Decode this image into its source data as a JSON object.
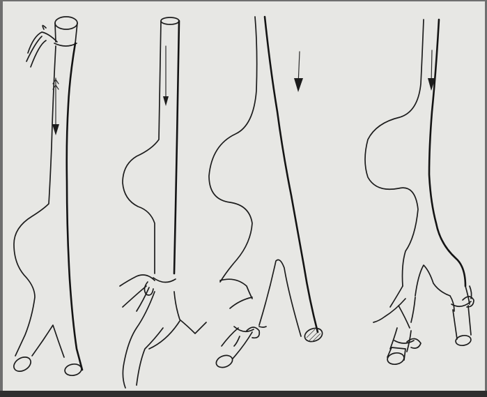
{
  "figure": {
    "panels": [
      {
        "id": "panel-1",
        "ligatures": 1,
        "aneurysm_side": "left"
      },
      {
        "id": "panel-2",
        "ligatures": 1,
        "aneurysm_side": "left"
      },
      {
        "id": "panel-3",
        "ligatures": 1,
        "aneurysm_side": "left"
      },
      {
        "id": "panel-4",
        "ligatures": 2,
        "aneurysm_side": "left"
      }
    ],
    "flow_arrow_icon": "arrow-down-icon",
    "ligature_icon": "ligature-knot-icon"
  }
}
